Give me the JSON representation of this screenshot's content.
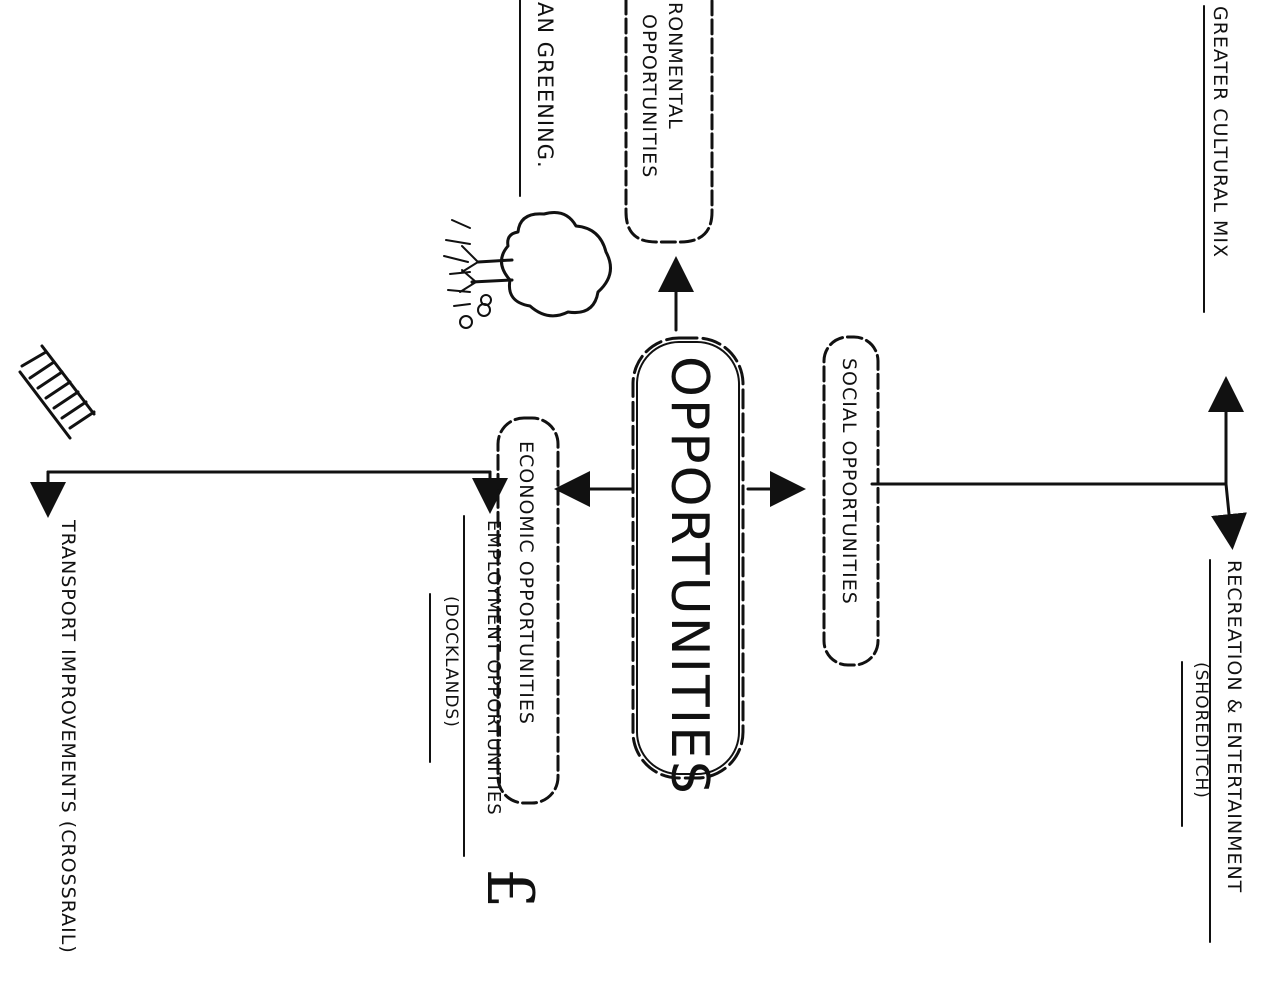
{
  "center": {
    "label": "OPPORTUNITIES"
  },
  "branches": {
    "social": "SOCIAL OPPORTUNITIES",
    "economic": "ECONOMIC OPPORTUNITIES",
    "environmental_line1": "RONMENTAL",
    "environmental_line2": "OPPORTUNITIES"
  },
  "details": {
    "cultural_mix": "GREATER CULTURAL MIX",
    "recreation": "RECREATION & ENTERTAINMENT",
    "shoreditch": "(SHOREDITCH)",
    "employment": "EMPLOYMENT OPPORTUNITIES",
    "docklands": "(DOCKLANDS)",
    "transport": "TRANSPORT IMPROVEMENTS (CROSSRAIL)",
    "urban_greening": "AN GREENING."
  },
  "icons": [
    "tree-icon",
    "railway-track-icon",
    "pound-sign-icon",
    "flower-icon"
  ]
}
